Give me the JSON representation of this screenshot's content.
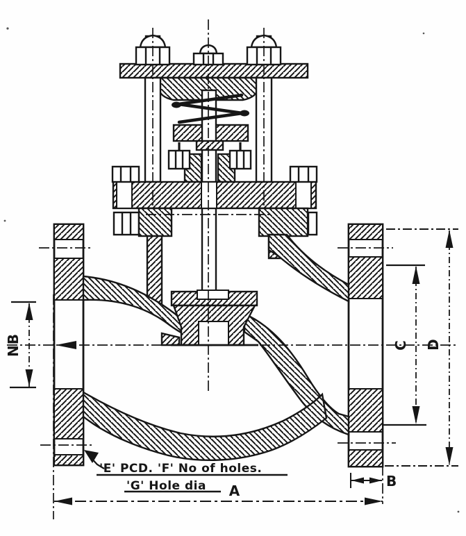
{
  "page": {
    "paper_color": "#fefefe",
    "ink_color": "#161616"
  },
  "drawing": {
    "dimension_labels": {
      "nb": "NB",
      "a": "A",
      "b": "B",
      "c": "C",
      "d": "D"
    },
    "flange_note": {
      "line1": "'E' PCD. 'F' No of holes.",
      "line2": "'G' Hole dia"
    }
  }
}
